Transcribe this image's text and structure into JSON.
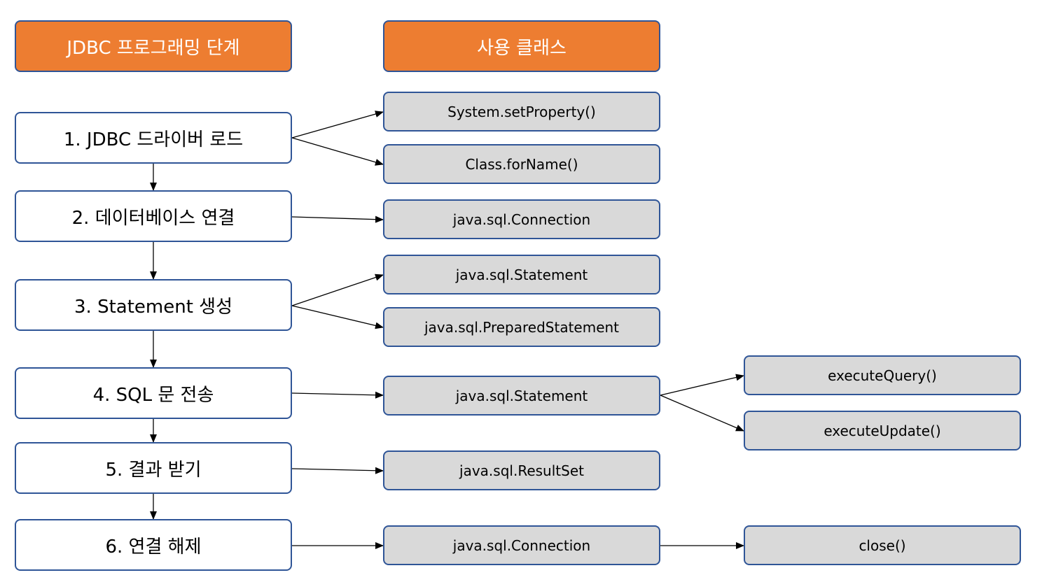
{
  "headers": {
    "steps": "JDBC 프로그래밍 단계",
    "classes": "사용 클래스"
  },
  "steps": [
    "1. JDBC 드라이버 로드",
    "2. 데이터베이스 연결",
    "3. Statement 생성",
    "4. SQL 문 전송",
    "5. 결과 받기",
    "6. 연결 해제"
  ],
  "classes": {
    "set_property": "System.setProperty()",
    "for_name": "Class.forName()",
    "connection": "java.sql.Connection",
    "statement": "java.sql.Statement",
    "prepared_statement": "java.sql.PreparedStatement",
    "statement_send": "java.sql.Statement",
    "result_set": "java.sql.ResultSet",
    "connection_close": "java.sql.Connection"
  },
  "methods": {
    "execute_query": "executeQuery()",
    "execute_update": "executeUpdate()",
    "close": "close()"
  },
  "colors": {
    "header_fill": "#ED7D31",
    "box_border": "#2F5597",
    "class_fill": "#D9D9D9"
  }
}
